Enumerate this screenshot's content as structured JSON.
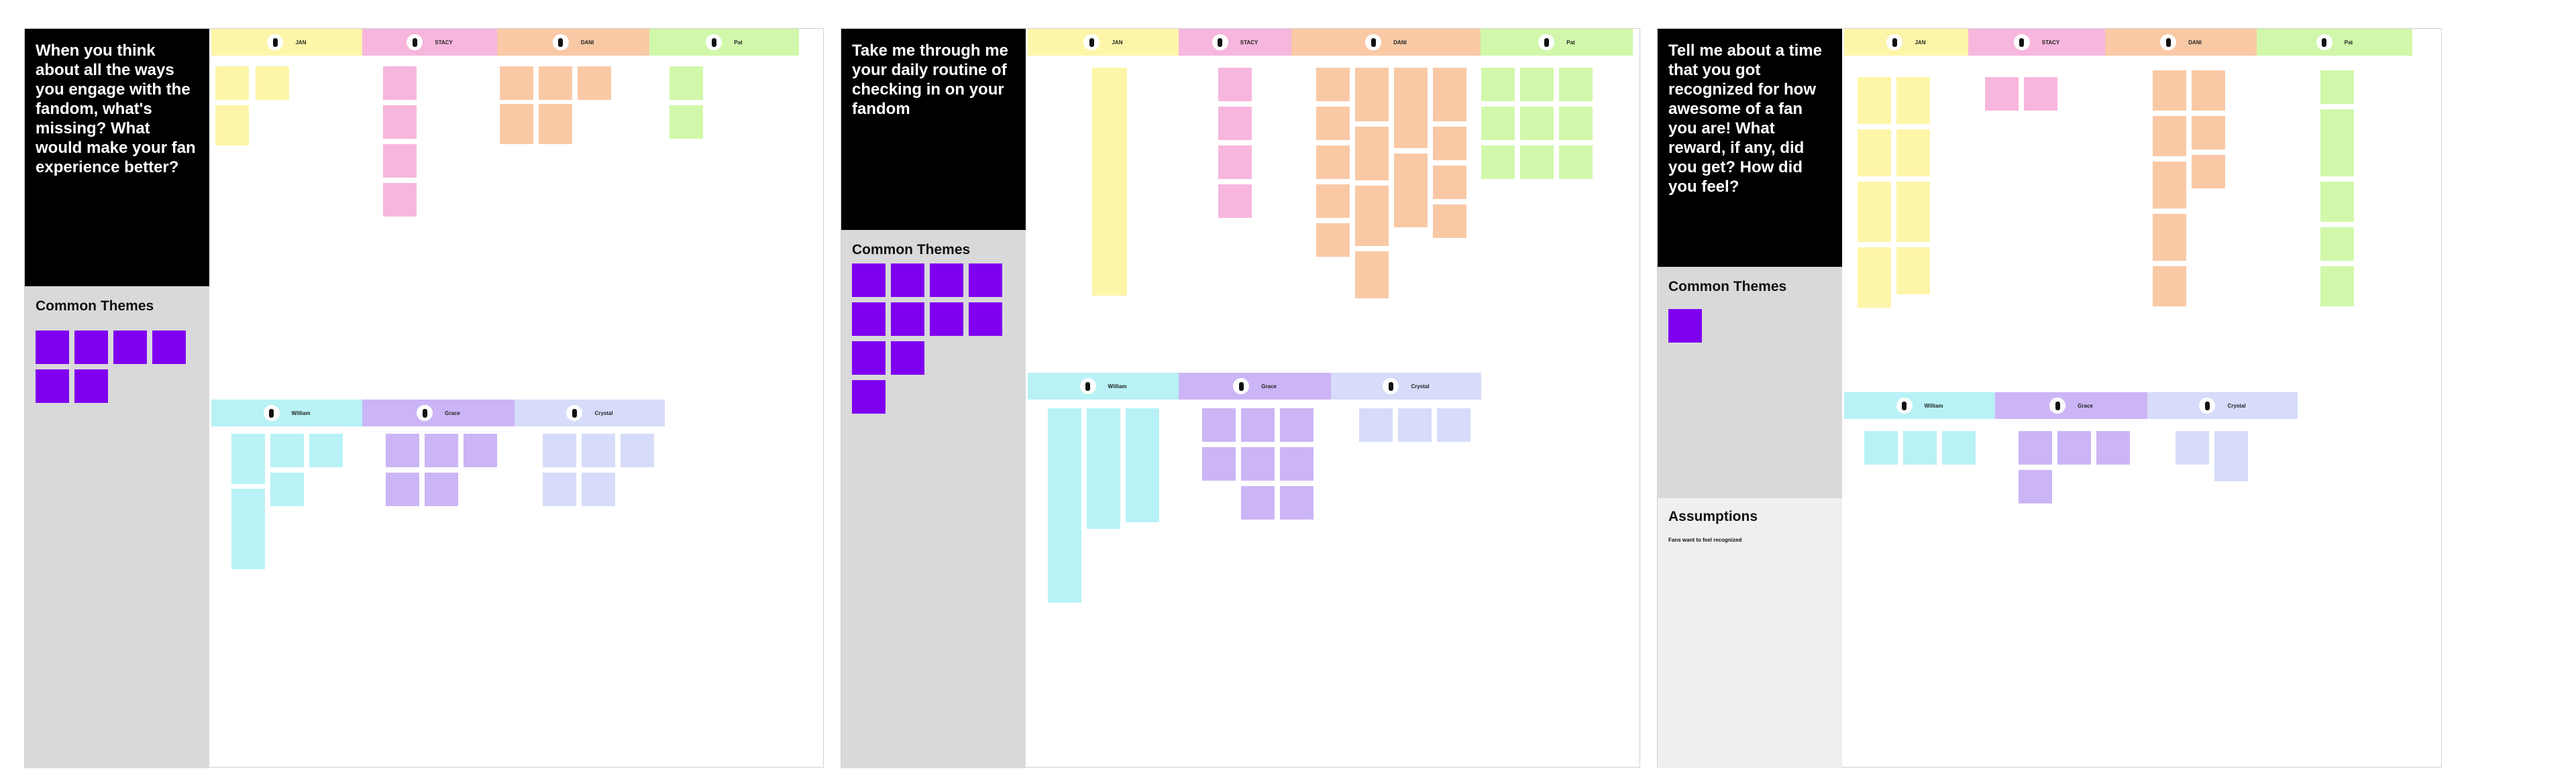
{
  "boards": [
    {
      "question": "When you think about all the ways you engage with the fandom, what's missing? What would make your fan experience better?",
      "themes_title": "Common Themes",
      "top_people": [
        {
          "name": "JAN",
          "color": "hy"
        },
        {
          "name": "STACY",
          "color": "hp"
        },
        {
          "name": "DANI",
          "color": "ho"
        },
        {
          "name": "Pat",
          "color": "hg"
        }
      ],
      "bottom_people": [
        {
          "name": "William",
          "color": "hc"
        },
        {
          "name": "Grace",
          "color": "hl"
        },
        {
          "name": "Crystal",
          "color": "hb"
        }
      ]
    },
    {
      "question": "Take me through me your daily routine of checking in on your fandom",
      "themes_title": "Common Themes",
      "top_people": [
        {
          "name": "JAN",
          "color": "hy"
        },
        {
          "name": "STACY",
          "color": "hp"
        },
        {
          "name": "DANI",
          "color": "ho"
        },
        {
          "name": "Pat",
          "color": "hg"
        }
      ],
      "bottom_people": [
        {
          "name": "William",
          "color": "hc"
        },
        {
          "name": "Grace",
          "color": "hl"
        },
        {
          "name": "Crystal",
          "color": "hb"
        }
      ]
    },
    {
      "question": "Tell me about a time that you got recognized for how awesome of a fan you are! What reward, if any, did you get? How did you feel?",
      "themes_title": "Common Themes",
      "assumptions_title": "Assumptions",
      "assumptions_text": "Fans want to feel recognized",
      "top_people": [
        {
          "name": "JAN",
          "color": "hy"
        },
        {
          "name": "STACY",
          "color": "hp"
        },
        {
          "name": "DANI",
          "color": "ho"
        },
        {
          "name": "Pat",
          "color": "hg"
        }
      ],
      "bottom_people": [
        {
          "name": "William",
          "color": "hc"
        },
        {
          "name": "Grace",
          "color": "hl"
        },
        {
          "name": "Crystal",
          "color": "hb"
        }
      ]
    }
  ]
}
